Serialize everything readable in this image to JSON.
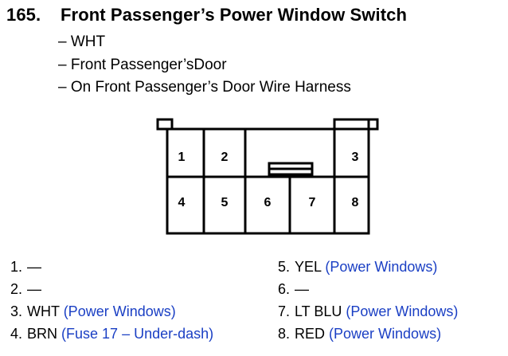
{
  "title": {
    "number": "165.",
    "text": "Front Passenger’s Power Window Switch"
  },
  "subtitle_lines": [
    "– WHT",
    "– Front Passenger’sDoor",
    "– On Front Passenger’s Door Wire Harness"
  ],
  "connector": {
    "cavities": [
      "1",
      "2",
      "3",
      "4",
      "5",
      "6",
      "7",
      "8"
    ]
  },
  "pins_left": [
    {
      "num": "1.",
      "wire": "—",
      "function": ""
    },
    {
      "num": "2.",
      "wire": "—",
      "function": ""
    },
    {
      "num": "3.",
      "wire": "WHT",
      "function": "(Power Windows)"
    },
    {
      "num": "4.",
      "wire": "BRN",
      "function": "(Fuse 17 – Under-dash)"
    }
  ],
  "pins_right": [
    {
      "num": "5.",
      "wire": "YEL",
      "function": "(Power Windows)"
    },
    {
      "num": "6.",
      "wire": "—",
      "function": ""
    },
    {
      "num": "7.",
      "wire": "LT BLU",
      "function": "(Power Windows)"
    },
    {
      "num": "8.",
      "wire": "RED",
      "function": "(Power Windows)"
    }
  ],
  "colors": {
    "function_text": "#1a3fc4",
    "line": "#000000"
  }
}
